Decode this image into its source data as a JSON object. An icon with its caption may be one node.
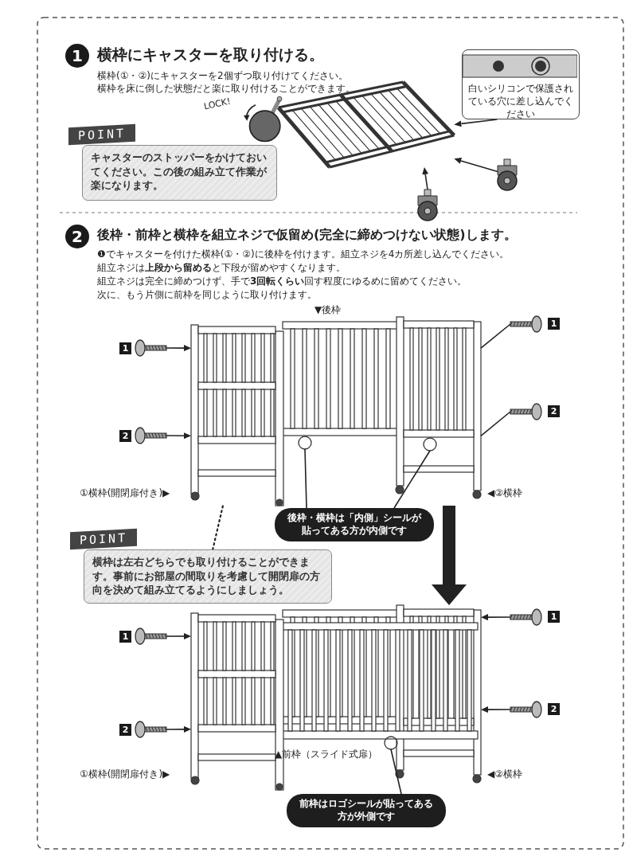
{
  "diagram": {
    "nodes": [
      {
        "text": [
          "1"
        ]
      },
      {
        "text": [
          "POINT",
          "キャスターのストッパーをかけておいてください。この後の組み立て作業が楽になります。"
        ]
      },
      {
        "text": [
          "白いシリコンで保護されている穴に差し込んでください"
        ]
      },
      {
        "text": [],
        "shape": "picture"
      },
      {
        "text": [],
        "shape": "picture"
      },
      {
        "text": [],
        "shape": "picture"
      },
      {
        "text": [
          "2"
        ]
      },
      {
        "text": [],
        "shape": "picture"
      },
      {
        "text": [
          "1"
        ]
      },
      {
        "text": [],
        "shape": "picture"
      },
      {
        "text": [
          "2"
        ]
      },
      {
        "text": [],
        "shape": "picture"
      },
      {
        "text": [],
        "shape": "picture"
      },
      {
        "text": [
          "1"
        ]
      },
      {
        "text": [],
        "shape": "picture"
      },
      {
        "text": [
          "2"
        ]
      },
      {
        "text": [
          "後枠・横枠は「内側」シールが貼ってある方が内側です"
        ]
      },
      {
        "text": [],
        "shape": "circle",
        "in": 7
      },
      {
        "text": [],
        "shape": "circle",
        "in": 7
      },
      {
        "text": [
          "POINT",
          "横枠は左右どちらでも取り付けることができます。事前にお部屋の間取りを考慮して開閉扉の方向を決めて組み立てるようにしましょう。"
        ]
      },
      {
        "text": [],
        "shape": "picture"
      },
      {
        "text": [
          "1"
        ]
      },
      {
        "text": [],
        "shape": "picture"
      },
      {
        "text": [
          "2"
        ]
      },
      {
        "text": [],
        "shape": "picture"
      },
      {
        "text": [],
        "shape": "picture"
      },
      {
        "text": [
          "1"
        ]
      },
      {
        "text": [],
        "shape": "picture"
      },
      {
        "text": [
          "2"
        ]
      },
      {
        "text": [
          "前枠はロゴシールが貼ってある方が外側です"
        ]
      },
      {
        "text": [],
        "shape": "circle",
        "in": 20
      }
    ],
    "edges": [
      {
        "from": 2,
        "to": 3,
        "arrow": "to"
      },
      {
        "from": 4,
        "to": 3,
        "arrow": "to"
      },
      {
        "from": 5,
        "to": 3,
        "arrow": "to"
      },
      {
        "from": 9,
        "to": 7,
        "arrow": "to"
      },
      {
        "from": 11,
        "to": 7,
        "arrow": "to"
      },
      {
        "from": 12,
        "to": 7,
        "arrow": "none"
      },
      {
        "from": 14,
        "to": 7,
        "arrow": "none"
      },
      {
        "from": 16,
        "to": 17,
        "arrow": "none"
      },
      {
        "from": 16,
        "to": 18,
        "arrow": "none"
      },
      {
        "from": 19,
        "to": 7,
        "arrow": "none",
        "style": "dashed"
      },
      {
        "from": 7,
        "to": 20,
        "arrow": "to",
        "style": "thick"
      },
      {
        "from": 22,
        "to": 20,
        "arrow": "to"
      },
      {
        "from": 24,
        "to": 20,
        "arrow": "to"
      },
      {
        "from": 25,
        "to": 20,
        "arrow": "to"
      },
      {
        "from": 27,
        "to": 20,
        "arrow": "to"
      },
      {
        "from": 29,
        "to": 30,
        "arrow": "none"
      }
    ],
    "labels": [
      "横枠にキャスターを取り付ける。",
      "横枠(①・②)にキャスターを2個ずつ取り付けてください。",
      "横枠を床に倒した状態だと楽に取り付けることができます。",
      "LOCK!",
      "後枠・前枠と横枠を組立ネジで仮留め(完全に締めつけない状態)します。",
      "❶でキャスターを付けた横枠(①・②)に後枠を付けます。組立ネジを4カ所差し込んでください。",
      "組立ネジは**上段から留める**と下段が留めやすくなります。",
      "組立ネジは完全に締めつけず、手で**3回転くらい**回す程度にゆるめに留めてください。",
      "次に、もう片側に前枠を同じように取り付けます。",
      "▼後枠",
      "①横枠(開閉扉付き)▶",
      "◀②横枠",
      "①横枠(開閉扉付き)▶",
      "▲前枠（スライド式扉）",
      "◀②横枠"
    ]
  }
}
